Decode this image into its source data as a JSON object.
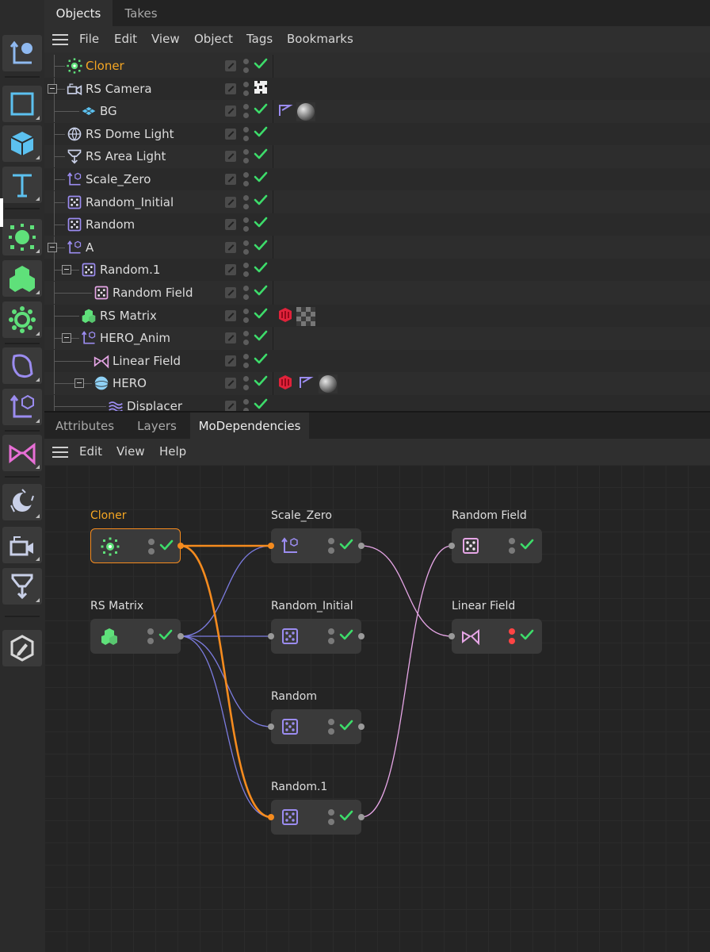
{
  "objects_panel": {
    "tabs": [
      "Objects",
      "Takes"
    ],
    "menu": [
      "File",
      "Edit",
      "View",
      "Object",
      "Tags",
      "Bookmarks"
    ],
    "rows": [
      {
        "name": "Cloner",
        "icon": "cloner-icon",
        "selected": true,
        "enabled": true
      },
      {
        "name": "RS Camera",
        "icon": "camera-icon",
        "enabled": true
      },
      {
        "name": "BG",
        "icon": "plane-icon",
        "enabled": true
      },
      {
        "name": "RS Dome Light",
        "icon": "dome-light-icon",
        "enabled": true
      },
      {
        "name": "RS Area Light",
        "icon": "area-light-icon",
        "enabled": true
      },
      {
        "name": "Scale_Zero",
        "icon": "null-icon",
        "enabled": true
      },
      {
        "name": "Random_Initial",
        "icon": "random-effector-icon",
        "enabled": true
      },
      {
        "name": "Random",
        "icon": "random-effector-icon",
        "enabled": true
      },
      {
        "name": "A",
        "icon": "null-icon",
        "enabled": true
      },
      {
        "name": "Random.1",
        "icon": "random-effector-icon",
        "enabled": true
      },
      {
        "name": "Random Field",
        "icon": "random-field-icon",
        "enabled": true
      },
      {
        "name": "RS Matrix",
        "icon": "matrix-icon",
        "enabled": true
      },
      {
        "name": "HERO_Anim",
        "icon": "null-icon",
        "enabled": true
      },
      {
        "name": "Linear Field",
        "icon": "linear-field-icon",
        "enabled": true
      },
      {
        "name": "HERO",
        "icon": "sphere-icon",
        "enabled": true
      },
      {
        "name": "Displacer",
        "icon": "displacer-icon",
        "enabled": true
      }
    ]
  },
  "bottom_panel": {
    "tabs": [
      "Attributes",
      "Layers",
      "MoDependencies"
    ],
    "active_tab": "MoDependencies",
    "menu": [
      "Edit",
      "View",
      "Help"
    ]
  },
  "graph": {
    "nodes": [
      {
        "id": "cloner",
        "label": "Cloner",
        "icon": "cloner-icon",
        "selected": true
      },
      {
        "id": "rs_matrix",
        "label": "RS Matrix",
        "icon": "matrix-icon"
      },
      {
        "id": "scale_zero",
        "label": "Scale_Zero",
        "icon": "null-icon"
      },
      {
        "id": "random_initial",
        "label": "Random_Initial",
        "icon": "random-effector-icon"
      },
      {
        "id": "random",
        "label": "Random",
        "icon": "random-effector-icon"
      },
      {
        "id": "random1",
        "label": "Random.1",
        "icon": "random-effector-icon"
      },
      {
        "id": "random_field",
        "label": "Random Field",
        "icon": "random-field-icon"
      },
      {
        "id": "linear_field",
        "label": "Linear Field",
        "icon": "linear-field-icon",
        "status": "red"
      }
    ],
    "colors": {
      "selected_wire": "#f58b1e",
      "effector_wire": "#7c7ce0",
      "field_wire": "#e6a6e6",
      "check": "#3ddc6a",
      "selected_label": "#f5a623"
    }
  },
  "toolbar": {
    "tools": [
      "null-icon",
      "square-icon",
      "cube-icon",
      "text-icon",
      "cloner-icon",
      "matrix-icon",
      "effector-icon",
      "deformer-icon",
      "null-icon",
      "field-icon",
      "environment-icon",
      "camera-icon",
      "light-icon",
      "edit-icon"
    ]
  }
}
